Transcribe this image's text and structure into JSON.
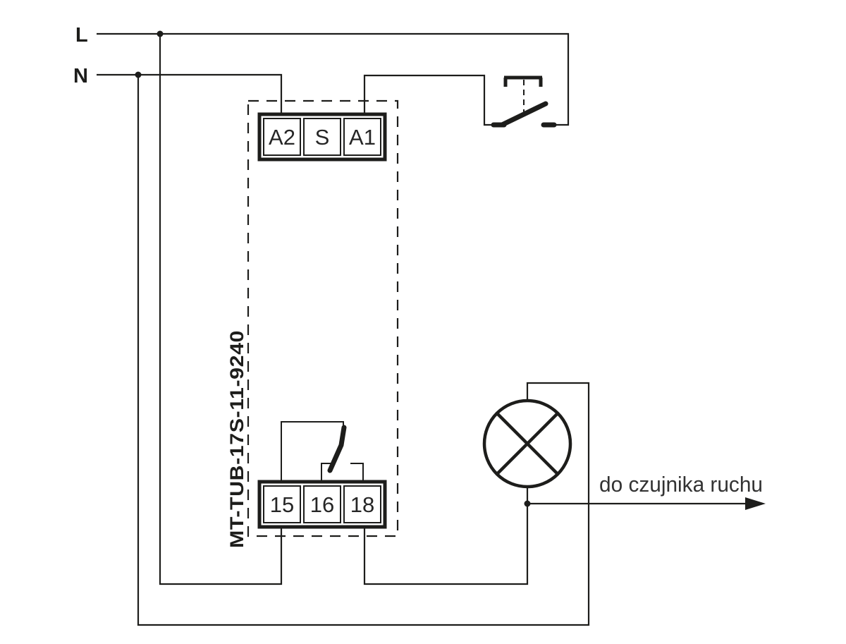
{
  "diagram": {
    "power": {
      "line_label": "L",
      "neutral_label": "N"
    },
    "device": {
      "model": "MT-TUB-17S-11-9240",
      "top_terminals": [
        "A2",
        "S",
        "A1"
      ],
      "bottom_terminals": [
        "15",
        "16",
        "18"
      ]
    },
    "annotation": {
      "text": "do czujnika ruchu"
    },
    "symbols": {
      "push_button": "momentary-push-button-switch",
      "lamp": "lamp-circle-with-cross",
      "relay_contact": "changeover-contact-15-16-18"
    },
    "colors": {
      "ink": "#1d1d1b",
      "background": "#ffffff"
    }
  }
}
